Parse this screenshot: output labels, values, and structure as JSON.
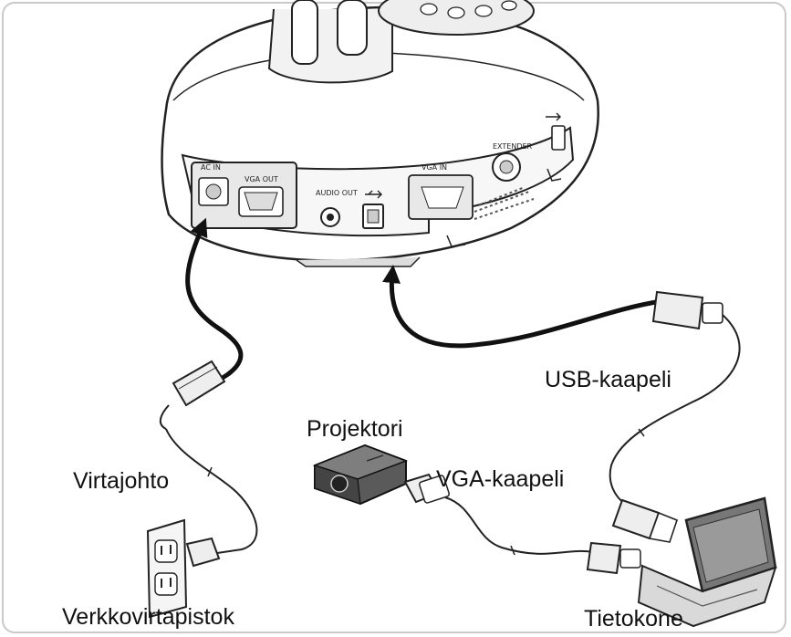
{
  "labels": {
    "power_cord": "Virtajohto",
    "power_outlet": "Verkkovirtapistok",
    "projector": "Projektori",
    "vga_cable": "VGA-kaapeli",
    "usb_cable": "USB-kaapeli",
    "computer": "Tietokone"
  },
  "ports": {
    "ac_in": "AC IN",
    "vga_out": "VGA OUT",
    "audio_out": "AUDIO OUT",
    "vga_in": "VGA IN",
    "extender": "EXTENDER"
  },
  "icons": [
    "usb-icon",
    "power-plug-icon",
    "wall-outlet-icon",
    "projector-icon",
    "laptop-icon",
    "arrow-up-icon"
  ]
}
